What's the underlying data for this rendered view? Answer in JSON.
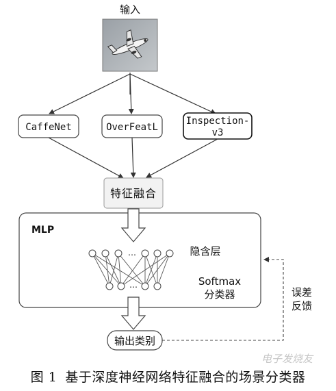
{
  "input": {
    "label": "输入"
  },
  "feature_extractors": [
    {
      "label": "CaffeNet"
    },
    {
      "label": "OverFeatL"
    },
    {
      "label": "Inspection-",
      "label2": "v3"
    }
  ],
  "fusion": {
    "label": "特征融合"
  },
  "mlp": {
    "title": "MLP",
    "hidden_label": "隐含层",
    "ellipsis": "…",
    "softmax_line1": "Softmax",
    "softmax_line2": "分类器"
  },
  "output": {
    "label": "输出类别"
  },
  "feedback": {
    "line1": "误差",
    "line2": "反馈"
  },
  "caption": {
    "number": "图 1",
    "text": "基于深度神经网络特征融合的场景分类器"
  },
  "watermark": "电子发烧友"
}
